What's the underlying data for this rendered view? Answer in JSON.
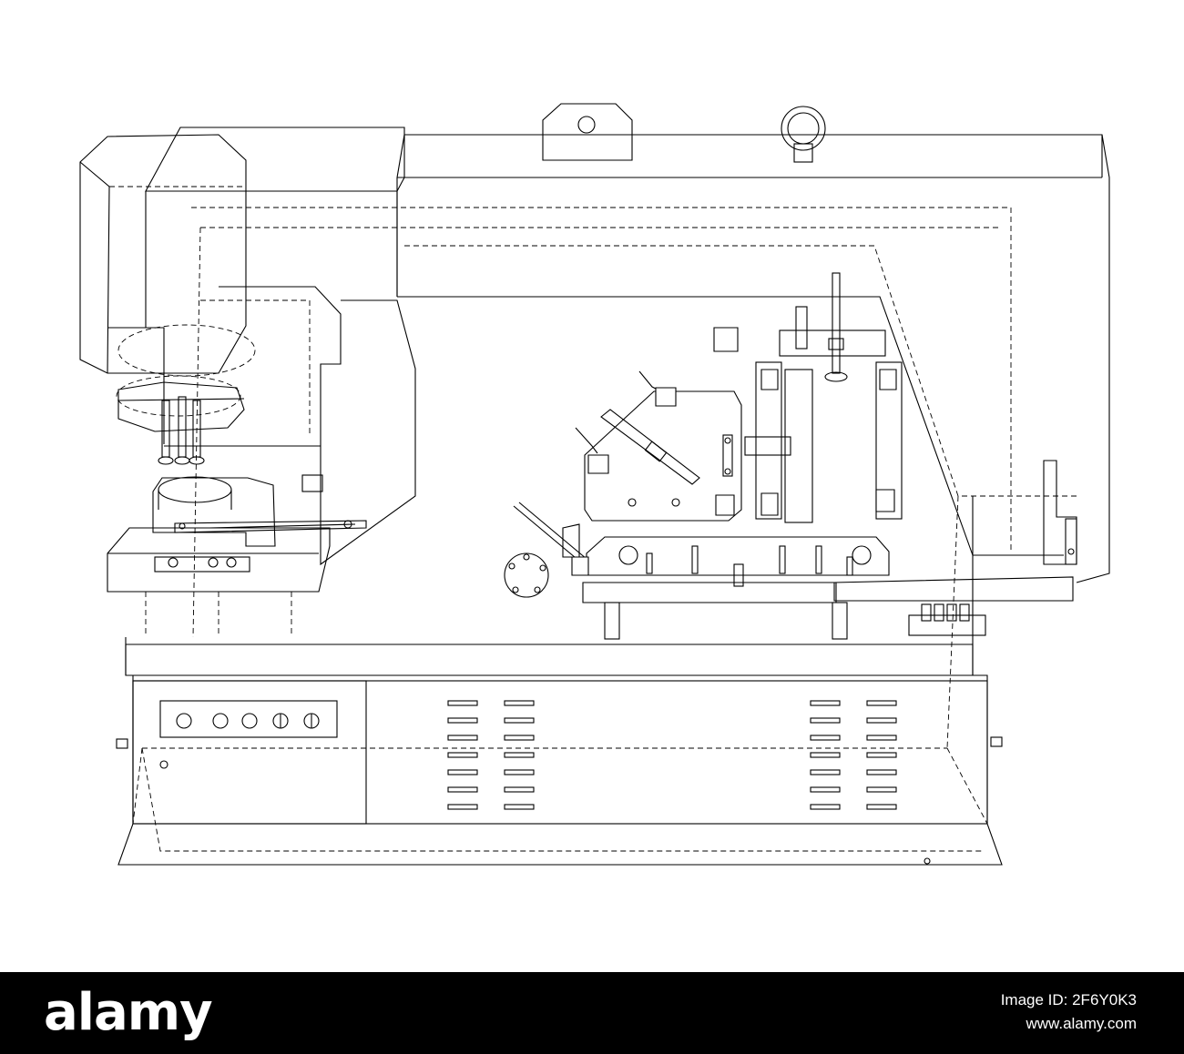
{
  "colors": {
    "line": "#000000",
    "background": "#ffffff",
    "footer_bg": "#000000",
    "footer_text": "#ffffff"
  },
  "footer": {
    "brand": "alamy",
    "image_id_label": "Image ID: 2F6Y0K3",
    "site": "www.alamy.com"
  }
}
